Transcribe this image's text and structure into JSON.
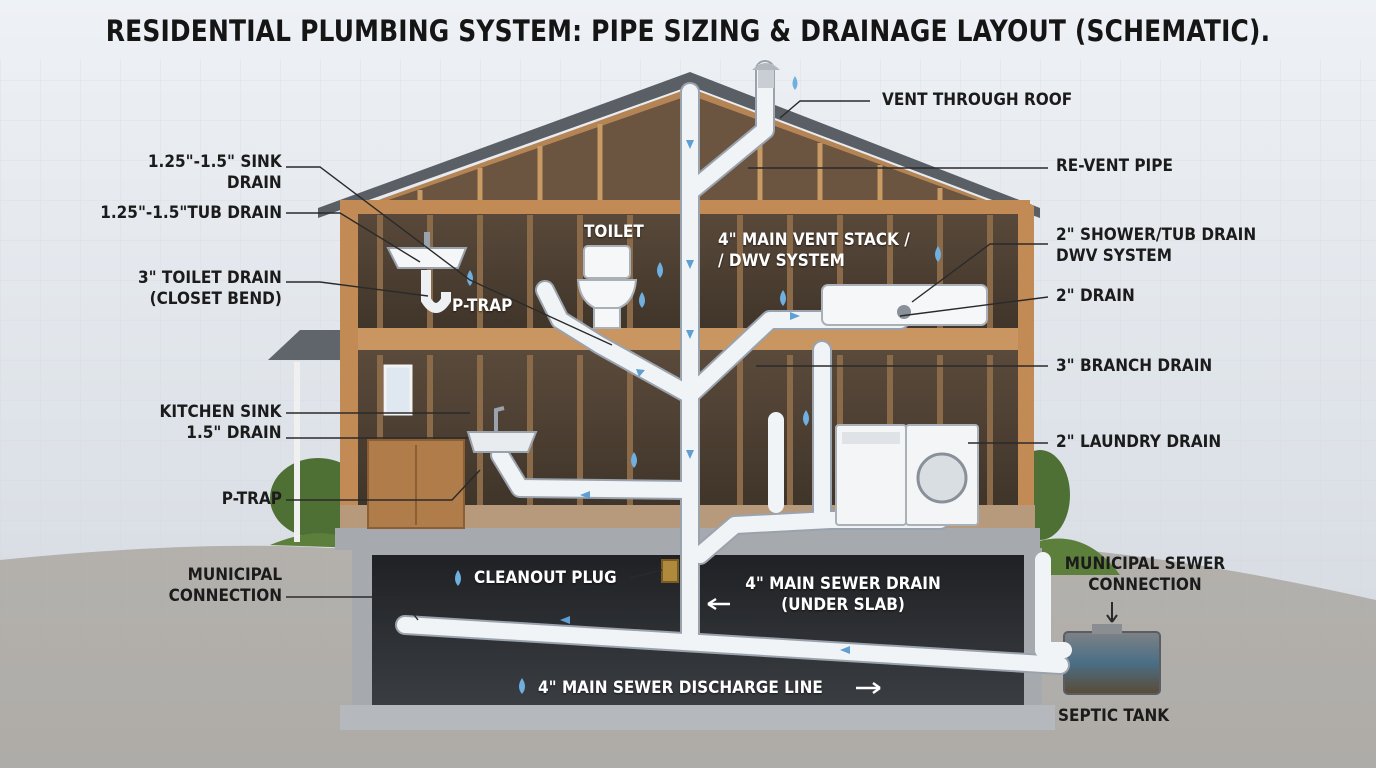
{
  "title": "RESIDENTIAL PLUMBING SYSTEM: PIPE SIZING & DRAINAGE LAYOUT (SCHEMATIC).",
  "labels": {
    "vent_through_roof": "VENT THROUGH ROOF",
    "sink_drain_1": "1.25\"-1.5\" SINK",
    "sink_drain_2": "DRAIN",
    "tub_drain": "1.25\"-1.5\"TUB DRAIN",
    "toilet_drain_1": "3\" TOILET DRAIN",
    "toilet_drain_2": "(CLOSET BEND)",
    "p_trap_upper": "P-TRAP",
    "toilet": "TOILET",
    "main_vent_stack_1": "4\" MAIN VENT STACK /",
    "main_vent_stack_2": "/ DWV SYSTEM",
    "re_vent_pipe": "RE-VENT PIPE",
    "shower_tub_drain_1": "2\" SHOWER/TUB DRAIN",
    "shower_tub_drain_2": "DWV SYSTEM",
    "two_inch_drain": "2\" DRAIN",
    "branch_drain": "3\" BRANCH DRAIN",
    "kitchen_sink_1": "KITCHEN SINK",
    "kitchen_sink_2": "1.5\" DRAIN",
    "laundry_drain": "2\" LAUNDRY DRAIN",
    "p_trap_lower": "P-TRAP",
    "municipal_connection_1": "MUNICIPAL",
    "municipal_connection_2": "CONNECTION",
    "cleanout_plug": "CLEANOUT PLUG",
    "main_sewer_drain_1": "4\" MAIN SEWER DRAIN",
    "main_sewer_drain_2": "(UNDER SLAB)",
    "municipal_sewer_1": "MUNICIPAL SEWER",
    "municipal_sewer_2": "CONNECTION",
    "discharge_line": "4\" MAIN SEWER DISCHARGE LINE",
    "septic_tank": "SEPTIC TANK"
  },
  "colors": {
    "pipe": "#f1f4f7",
    "flow_arrow": "#5f9fd2",
    "wood": "#c08a55",
    "basement": "#2b2d31",
    "concrete": "#a6a9ad",
    "grass": "#5d7f3c",
    "roof": "#5a5f66"
  },
  "icons": [
    "water-drop-icon",
    "flow-arrow-icon",
    "sink-icon",
    "toilet-icon",
    "bathtub-icon",
    "washer-icon",
    "dryer-icon",
    "septic-tank-icon"
  ]
}
